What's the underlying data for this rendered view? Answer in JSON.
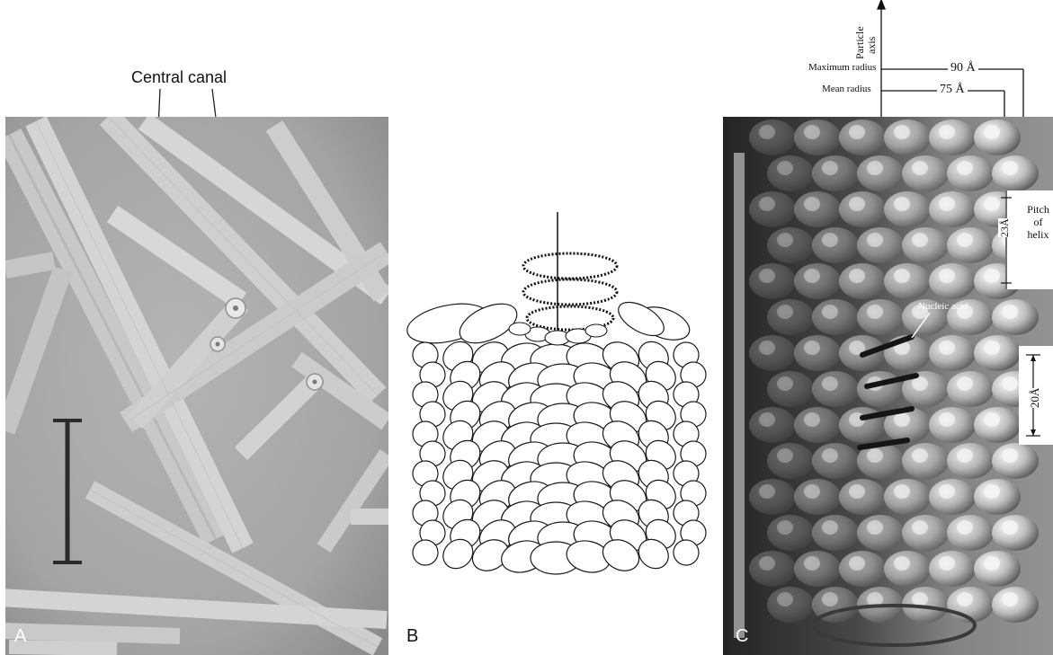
{
  "panel_a": {
    "label": "A",
    "callout": "Central canal"
  },
  "panel_b": {
    "label": "B"
  },
  "panel_c": {
    "label": "C",
    "particle_axis_line1": "Particle",
    "particle_axis_line2": "axis",
    "maximum_radius_label": "Maximum radius",
    "maximum_radius_value": "90 Å",
    "mean_radius_label": "Mean radius",
    "mean_radius_value": "75 Å",
    "pitch_value": "23Å",
    "pitch_label_line1": "Pitch",
    "pitch_label_line2": "of",
    "pitch_label_line3": "helix",
    "nucleic_acid_label": "Nucleic acid",
    "spacing_value": "20Å"
  },
  "colors": {
    "micrograph_bg": "#a8a8a8",
    "rod": "#d2d2d2",
    "model_dark": "#1c1c1c",
    "model_light": "#f0f0f0",
    "label_white": "#ffffff"
  }
}
